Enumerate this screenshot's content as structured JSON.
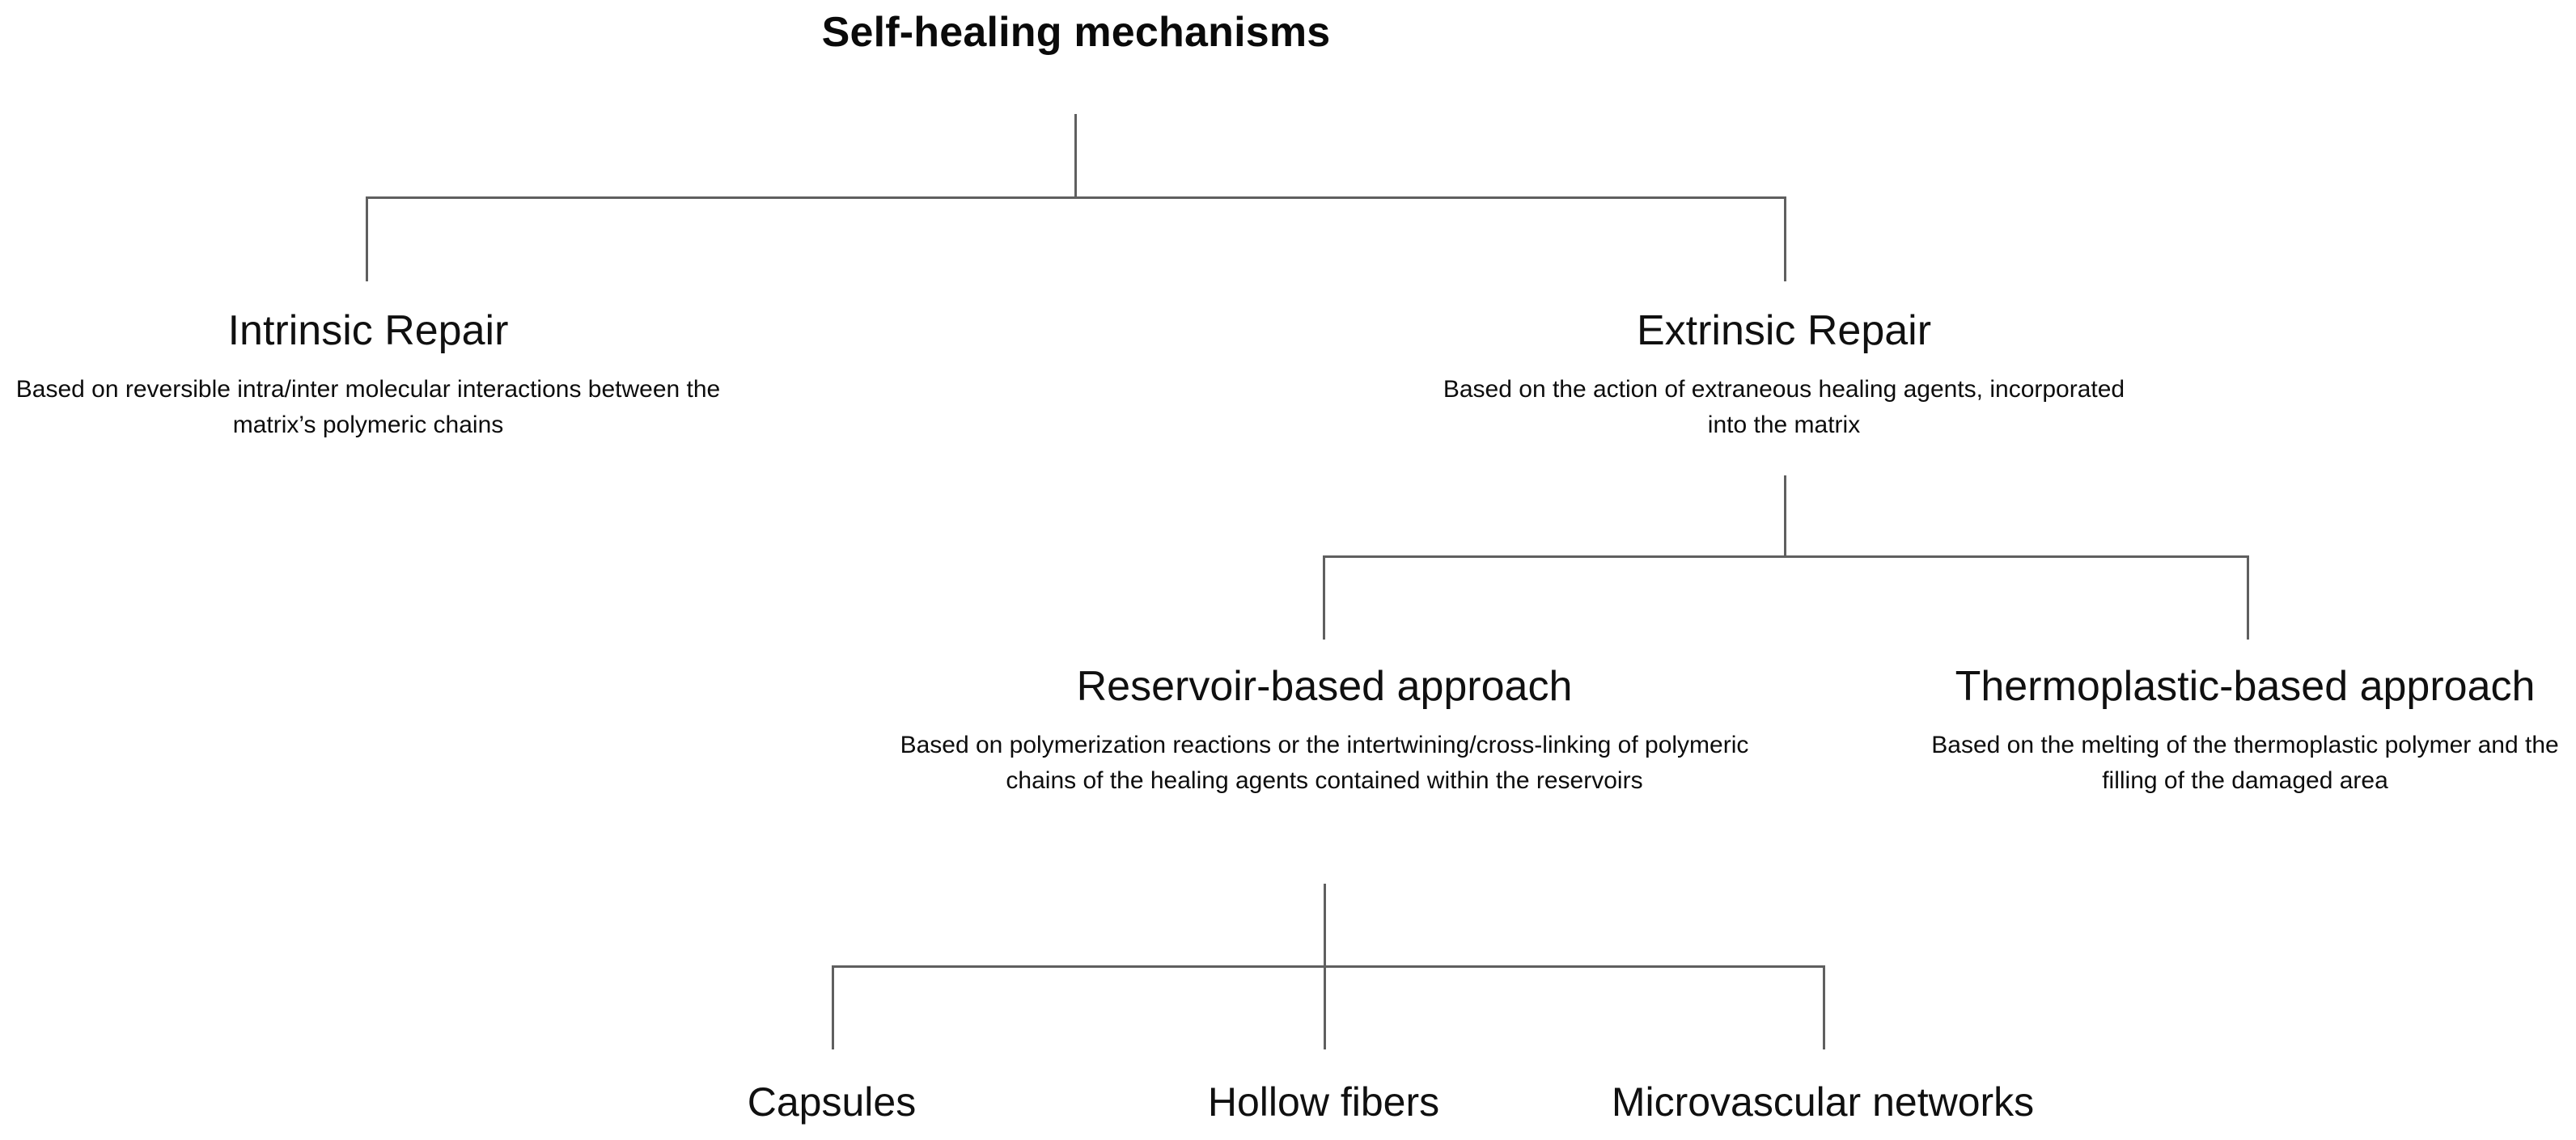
{
  "heading": "Self-healing mechanisms",
  "nodes": {
    "intrinsic": {
      "title": "Intrinsic Repair",
      "description": "Based on reversible intra/inter molecular interactions between the matrix’s polymeric chains"
    },
    "extrinsic": {
      "title": "Extrinsic Repair",
      "description": "Based on the action of extraneous healing agents, incorporated into the matrix"
    },
    "reservoir": {
      "title": "Reservoir-based approach",
      "description": "Based on polymerization reactions or the intertwining/cross-linking of polymeric chains of the healing agents contained within the reservoirs"
    },
    "thermoplastic": {
      "title": "Thermoplastic-based approach",
      "description": "Based on the melting of the thermoplastic polymer and the filling of the damaged area"
    }
  },
  "leaves": [
    {
      "label": "Capsules"
    },
    {
      "label": "Hollow fibers"
    },
    {
      "label": "Microvascular networks"
    }
  ],
  "colors": {
    "connector": "#5f5f5f",
    "text": "#101010",
    "background": "#ffffff"
  },
  "chart_data": {
    "type": "diagram",
    "diagram_kind": "tree",
    "title": "Self-healing mechanisms",
    "orientation": "top-down",
    "levels": 4,
    "nodes": [
      {
        "id": "root",
        "label": "Self-healing mechanisms",
        "level": 0,
        "parent": null,
        "description": ""
      },
      {
        "id": "intrinsic",
        "label": "Intrinsic Repair",
        "level": 1,
        "parent": "root",
        "description": "Based on reversible intra/inter molecular interactions between the matrix’s polymeric chains"
      },
      {
        "id": "extrinsic",
        "label": "Extrinsic Repair",
        "level": 1,
        "parent": "root",
        "description": "Based on the action of extraneous healing agents, incorporated into the matrix"
      },
      {
        "id": "reservoir",
        "label": "Reservoir-based approach",
        "level": 2,
        "parent": "extrinsic",
        "description": "Based on polymerization reactions or the intertwining/cross-linking of polymeric chains of the healing agents contained within the reservoirs"
      },
      {
        "id": "thermoplastic",
        "label": "Thermoplastic-based approach",
        "level": 2,
        "parent": "extrinsic",
        "description": "Based on the melting of the thermoplastic polymer and the filling of the damaged area"
      },
      {
        "id": "capsules",
        "label": "Capsules",
        "level": 3,
        "parent": "reservoir",
        "description": ""
      },
      {
        "id": "hollow-fibers",
        "label": "Hollow fibers",
        "level": 3,
        "parent": "reservoir",
        "description": ""
      },
      {
        "id": "microvascular-networks",
        "label": "Microvascular networks",
        "level": 3,
        "parent": "reservoir",
        "description": ""
      }
    ],
    "edges": [
      {
        "from": "root",
        "to": "intrinsic"
      },
      {
        "from": "root",
        "to": "extrinsic"
      },
      {
        "from": "extrinsic",
        "to": "reservoir"
      },
      {
        "from": "extrinsic",
        "to": "thermoplastic"
      },
      {
        "from": "reservoir",
        "to": "capsules"
      },
      {
        "from": "reservoir",
        "to": "hollow-fibers"
      },
      {
        "from": "reservoir",
        "to": "microvascular-networks"
      }
    ]
  }
}
